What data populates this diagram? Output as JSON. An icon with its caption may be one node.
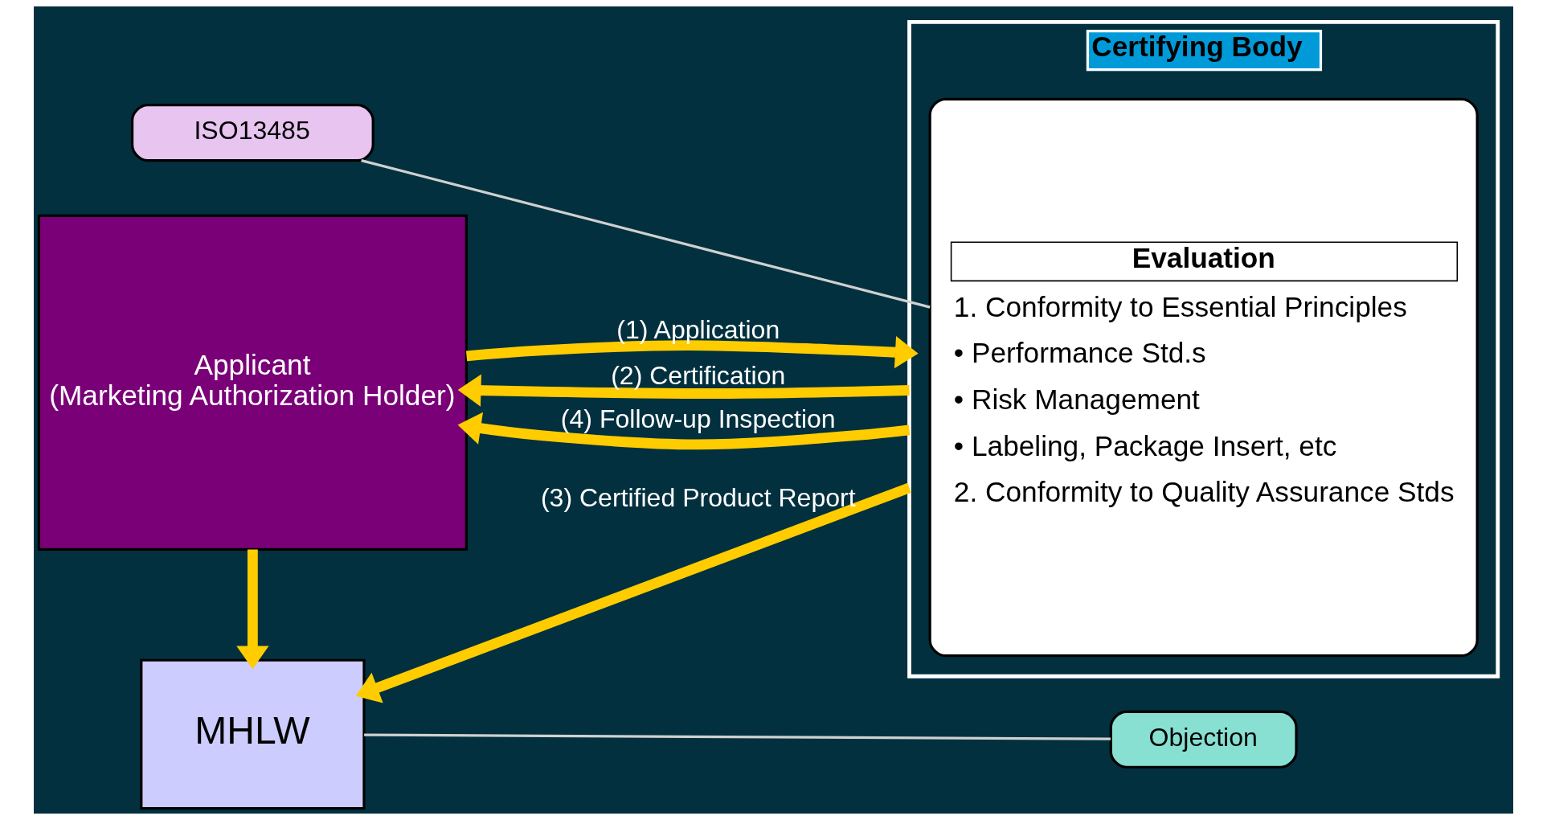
{
  "diagram": {
    "nodes": [
      {
        "text": [
          "Applicant",
          "(Marketing Authorization Holder)"
        ]
      },
      {
        "text": [
          "MHLW"
        ]
      },
      {
        "text": [
          "Certifying Body"
        ]
      },
      {
        "text": [
          "Evaluation",
          "1. Conformity to Essential Principles",
          "• Performance Std.s",
          "• Risk Management",
          "• Labeling, Package Insert, etc",
          "2. Conformity to Quality Assurance Stds"
        ],
        "in": 2
      },
      {
        "text": [
          "Objection"
        ]
      },
      {
        "text": [
          "ISO13485"
        ]
      }
    ],
    "edges": [
      {
        "from": 0,
        "to": 2,
        "arrow": "to",
        "label": "(1) Application"
      },
      {
        "from": 2,
        "to": 0,
        "arrow": "to",
        "label": "(2) Certification"
      },
      {
        "from": 2,
        "to": 0,
        "arrow": "to",
        "label": "(4) Follow-up Inspection"
      },
      {
        "from": 0,
        "to": 1,
        "arrow": "to"
      },
      {
        "from": 4,
        "to": 1,
        "arrow": "none",
        "color": "#d0d0d0"
      },
      {
        "from": 5,
        "to": 3,
        "arrow": "none",
        "color": "#d0d0d0"
      },
      {
        "from": 2,
        "to": 1,
        "arrow": "to",
        "label": "(3) Certified Product Report"
      }
    ]
  }
}
